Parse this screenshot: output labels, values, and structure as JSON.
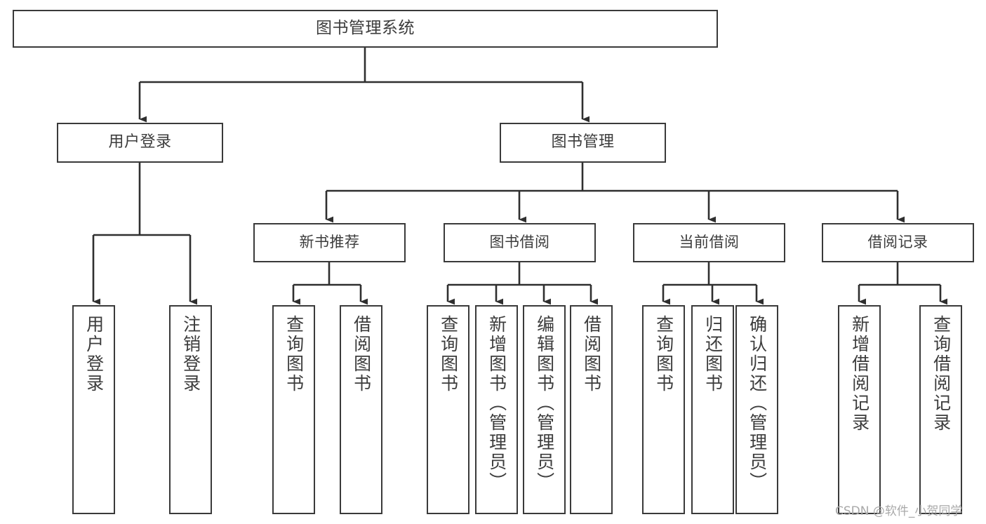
{
  "diagram": {
    "title": "图书管理系统",
    "type": "tree-hierarchy-chart",
    "edge_color": "#3a3a3a",
    "box_border_color": "#3a3a3a",
    "box_fill_color": "#ffffff",
    "text_color": "#3c3c3c",
    "background_color": "#ffffff"
  },
  "root": {
    "label": "图书管理系统"
  },
  "level2": [
    {
      "label": "用户登录"
    },
    {
      "label": "图书管理"
    }
  ],
  "level3": [
    {
      "label": "新书推荐"
    },
    {
      "label": "图书借阅"
    },
    {
      "label": "当前借阅"
    },
    {
      "label": "借阅记录"
    }
  ],
  "leaves": {
    "user_login": [
      {
        "label": "用户登录"
      },
      {
        "label": "注销登录"
      }
    ],
    "new_book_recommend": [
      {
        "label": "查询图书"
      },
      {
        "label": "借阅图书"
      }
    ],
    "book_borrow": [
      {
        "label": "查询图书"
      },
      {
        "label": "新增图书（管理员）"
      },
      {
        "label": "编辑图书（管理员）"
      },
      {
        "label": "借阅图书"
      }
    ],
    "current_borrow": [
      {
        "label": "查询图书"
      },
      {
        "label": "归还图书"
      },
      {
        "label": "确认归还（管理员）"
      }
    ],
    "borrow_records": [
      {
        "label": "新增借阅记录"
      },
      {
        "label": "查询借阅记录"
      }
    ]
  },
  "watermark": {
    "text": "CSDN @软件_小贺同学"
  }
}
